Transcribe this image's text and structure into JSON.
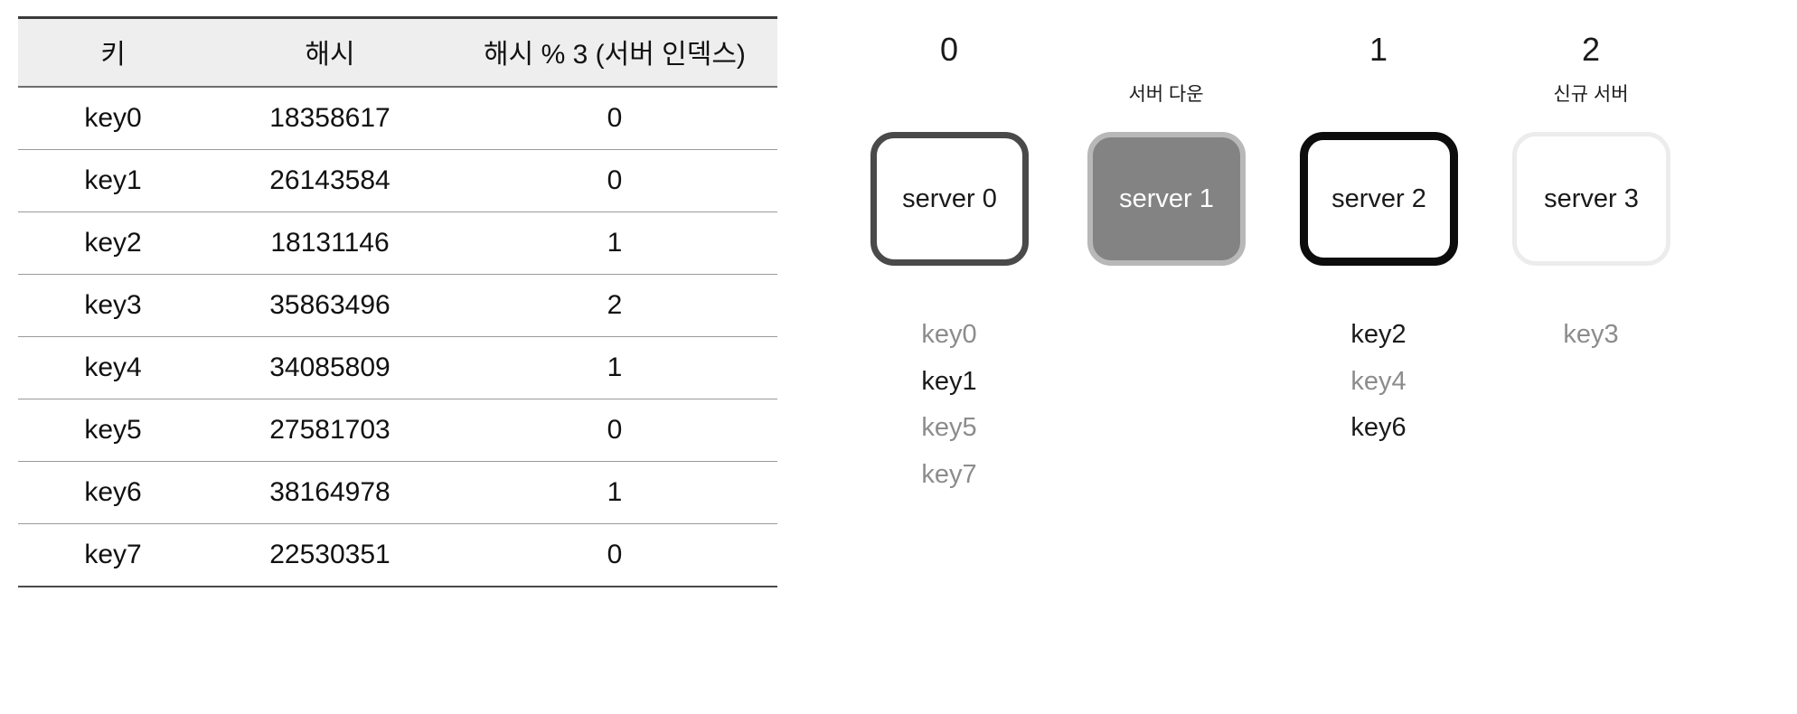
{
  "hash_table": {
    "columns": [
      "키",
      "해시",
      "해시 % 3 (서버 인덱스)"
    ],
    "rows": [
      {
        "key": "key0",
        "hash": "18358617",
        "mod": "0"
      },
      {
        "key": "key1",
        "hash": "26143584",
        "mod": "0"
      },
      {
        "key": "key2",
        "hash": "18131146",
        "mod": "1"
      },
      {
        "key": "key3",
        "hash": "35863496",
        "mod": "2"
      },
      {
        "key": "key4",
        "hash": "34085809",
        "mod": "1"
      },
      {
        "key": "key5",
        "hash": "27581703",
        "mod": "0"
      },
      {
        "key": "key6",
        "hash": "38164978",
        "mod": "1"
      },
      {
        "key": "key7",
        "hash": "22530351",
        "mod": "0"
      }
    ]
  },
  "diagram": {
    "columns": [
      {
        "index_label": "0",
        "note": "",
        "server_label": "server 0",
        "box_style": "style-dark",
        "keys": [
          {
            "label": "key0",
            "tone": "tone-gray"
          },
          {
            "label": "key1",
            "tone": "tone-black"
          },
          {
            "label": "key5",
            "tone": "tone-gray"
          },
          {
            "label": "key7",
            "tone": "tone-gray"
          }
        ]
      },
      {
        "index_label": "",
        "note": "서버 다운",
        "server_label": "server 1",
        "box_style": "style-filled",
        "keys": []
      },
      {
        "index_label": "1",
        "note": "",
        "server_label": "server 2",
        "box_style": "style-black",
        "keys": [
          {
            "label": "key2",
            "tone": "tone-black"
          },
          {
            "label": "key4",
            "tone": "tone-gray"
          },
          {
            "label": "key6",
            "tone": "tone-black"
          }
        ]
      },
      {
        "index_label": "2",
        "note": "신규 서버",
        "server_label": "server 3",
        "box_style": "style-faint",
        "keys": [
          {
            "label": "key3",
            "tone": "tone-gray"
          }
        ]
      }
    ]
  },
  "colors": {
    "header_background": "#eeeeee",
    "text_primary": "#1a1a1a",
    "text_muted": "#8c8c8c",
    "server_down_fill": "#838383",
    "server_active_border": "#0d0d0d",
    "server_new_border": "#ececec"
  }
}
